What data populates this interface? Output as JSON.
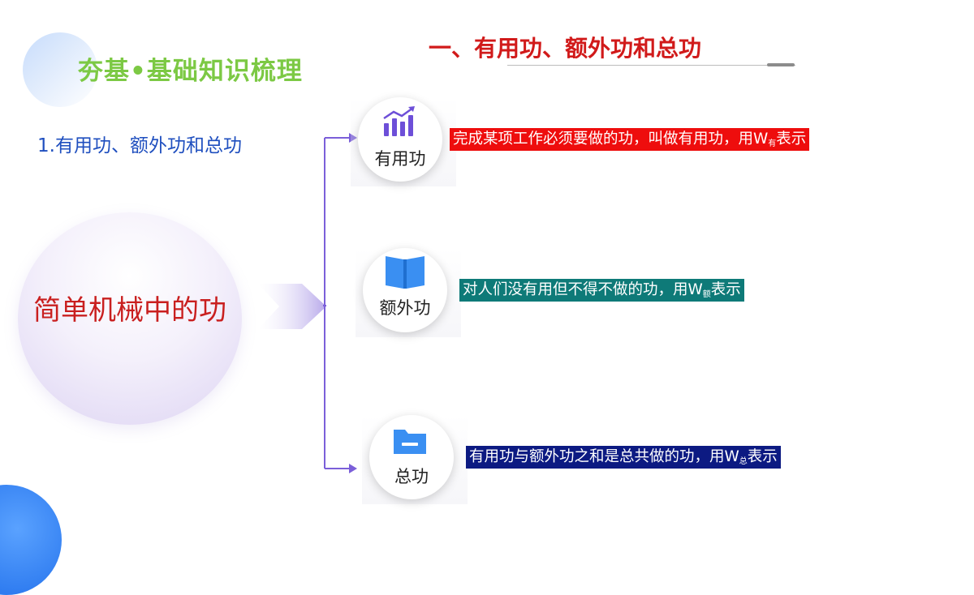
{
  "header": {
    "section_tag": "夯基•基础知识梳理",
    "title": "一、有用功、额外功和总功"
  },
  "subheading": "1.有用功、额外功和总功",
  "center": {
    "label": "简单机械中的功"
  },
  "nodes": [
    {
      "label": "有用功",
      "icon": "bar-chart-up-arrow-icon",
      "definition_prefix": "完成某项工作必须要做的功，叫做有用功，用W",
      "definition_sub": "有",
      "definition_suffix": "表示",
      "bar_color": "#ee0d0d"
    },
    {
      "label": "额外功",
      "icon": "open-book-icon",
      "definition_prefix": "对人们没有用但不得不做的功，用W",
      "definition_sub": "额",
      "definition_suffix": "表示",
      "bar_color": "#0e7a78"
    },
    {
      "label": "总功",
      "icon": "folder-icon",
      "definition_prefix": "有用功与额外功之和是总共做的功，用W",
      "definition_sub": "总",
      "definition_suffix": "表示",
      "bar_color": "#0c1a82"
    }
  ],
  "colors": {
    "section_tag": "#7cc944",
    "title": "#d11a1a",
    "subheading": "#1f4fbf",
    "connector": "#7b5fd9",
    "icon_blue": "#3a8ff2",
    "icon_purple": "#6d4fd8"
  }
}
